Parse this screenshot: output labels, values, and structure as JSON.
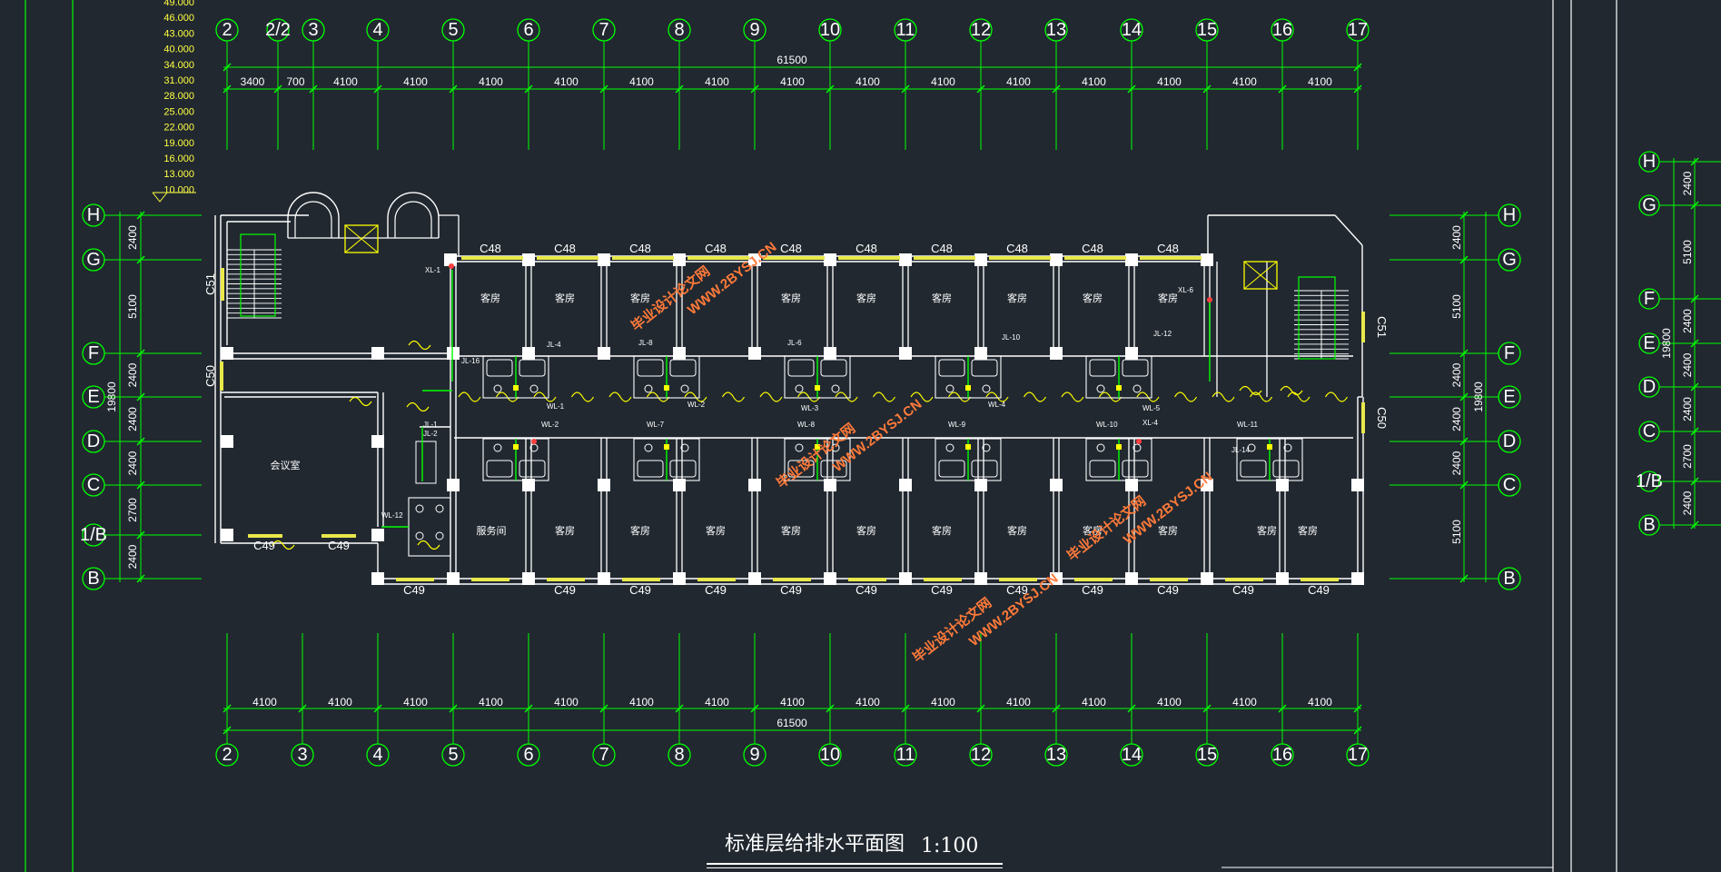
{
  "title": {
    "main": "标准层给排水平面图",
    "scale": "1:100"
  },
  "top_axes": [
    "2",
    "2/2",
    "3",
    "4",
    "5",
    "6",
    "7",
    "8",
    "9",
    "10",
    "11",
    "12",
    "13",
    "14",
    "15",
    "16",
    "17"
  ],
  "bottom_axes": [
    "2",
    "3",
    "4",
    "5",
    "6",
    "7",
    "8",
    "9",
    "10",
    "11",
    "12",
    "13",
    "14",
    "15",
    "16",
    "17"
  ],
  "left_axes": [
    "H",
    "G",
    "F",
    "E",
    "D",
    "C",
    "1/B",
    "B"
  ],
  "right_axes": [
    "H",
    "G",
    "F",
    "E",
    "D",
    "C",
    "B"
  ],
  "far_right_axes": [
    "H",
    "G",
    "F",
    "E",
    "D",
    "C",
    "1/B",
    "B"
  ],
  "top_dims": [
    "3400",
    "700",
    "4100",
    "4100",
    "4100",
    "4100",
    "4100",
    "4100",
    "4100",
    "4100",
    "4100",
    "4100",
    "4100",
    "4100",
    "4100",
    "4100"
  ],
  "bottom_dims": [
    "4100",
    "4100",
    "4100",
    "4100",
    "4100",
    "4100",
    "4100",
    "4100",
    "4100",
    "4100",
    "4100",
    "4100",
    "4100",
    "4100",
    "4100"
  ],
  "total_dim": "61500",
  "left_dims": [
    "2400",
    "5100",
    "2400",
    "2400",
    "2400",
    "2700",
    "2400"
  ],
  "left_total": "19800",
  "right_dims": [
    "2400",
    "5100",
    "2400",
    "2400",
    "2400",
    "5100"
  ],
  "right_total": "19800",
  "far_right_dims": [
    "2400",
    "5100",
    "2400",
    "2400",
    "2400",
    "2700",
    "2400"
  ],
  "far_right_total": "19800",
  "elevations": [
    "49.000",
    "46.000",
    "43.000",
    "40.000",
    "34.000",
    "31.000",
    "28.000",
    "25.000",
    "22.000",
    "19.000",
    "16.000",
    "13.000",
    "10.000"
  ],
  "windows": {
    "c48": "C48",
    "c49": "C49",
    "c50": "C50",
    "c51": "C51"
  },
  "rooms": {
    "guest": "客房",
    "meeting": "会议室",
    "service": "服务间"
  },
  "pipe_labels": [
    "XL-1",
    "JL-16",
    "JL-4",
    "JL-8",
    "JL-6",
    "JL-10",
    "JL-12",
    "XL-6",
    "WL-1",
    "WL-2",
    "WL-3",
    "WL-4",
    "WL-5",
    "JL-1",
    "JL-2",
    "WL-2",
    "WL-7",
    "WL-8",
    "WL-9",
    "WL-10",
    "XL-4",
    "WL-11",
    "JL-14",
    "WL-12"
  ],
  "watermark": {
    "site": "毕业设计论文网",
    "url": "WWW.2BYSJ.CN"
  },
  "colors": {
    "background": "#212830",
    "grid_line": "#00ff00",
    "wall": "#ffffff",
    "window": "#e8e84a",
    "fixture": "#ffff00",
    "pipe": "#00ff00",
    "watermark": "#ff7a3a"
  }
}
